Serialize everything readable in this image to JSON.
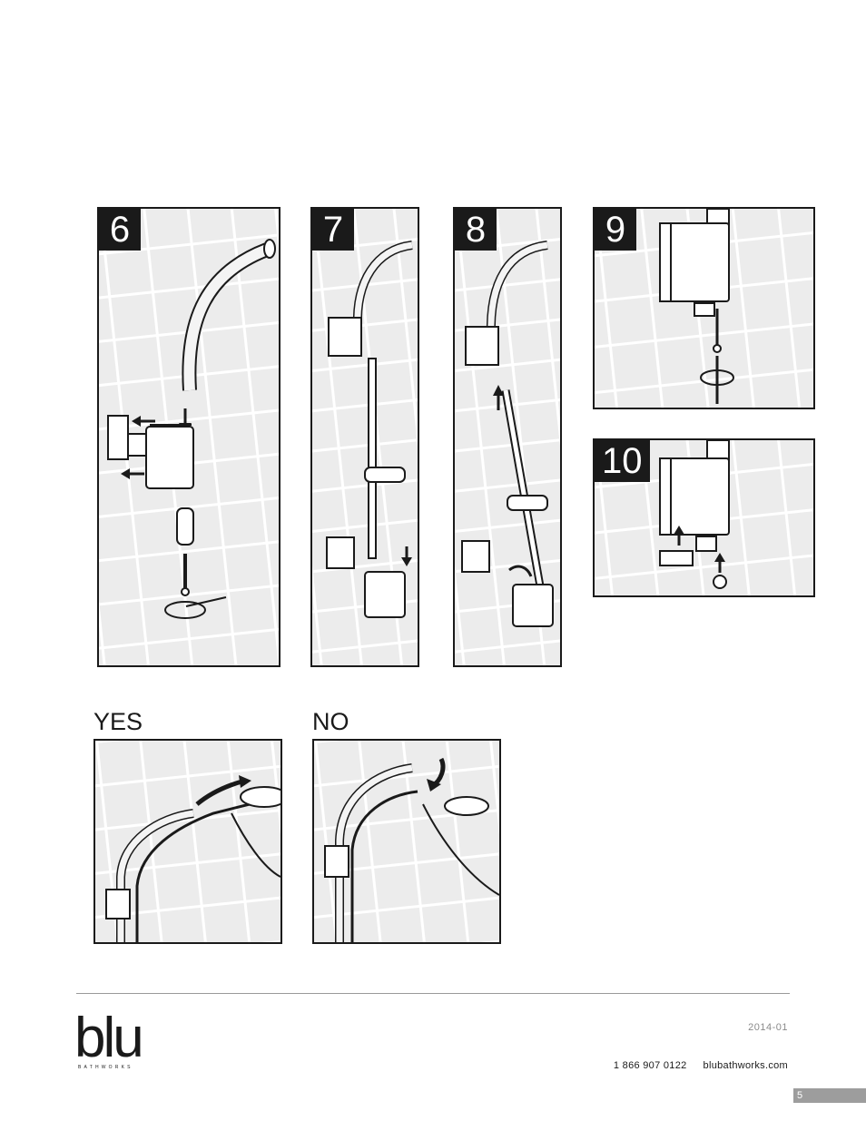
{
  "steps": [
    {
      "number": "6"
    },
    {
      "number": "7"
    },
    {
      "number": "8"
    },
    {
      "number": "9"
    },
    {
      "number": "10"
    }
  ],
  "comparison": {
    "yes_label": "YES",
    "no_label": "NO"
  },
  "footer": {
    "brand": "blu",
    "brand_sub": "BATHWORKS",
    "date": "2014-01",
    "phone": "1 866 907 0122",
    "website": "blubathworks.com",
    "page_number": "5"
  },
  "colors": {
    "ink": "#1a1a1a",
    "tile_bg": "#f0f0f0",
    "grout": "#ffffff",
    "page_box": "#9d9d9d"
  }
}
